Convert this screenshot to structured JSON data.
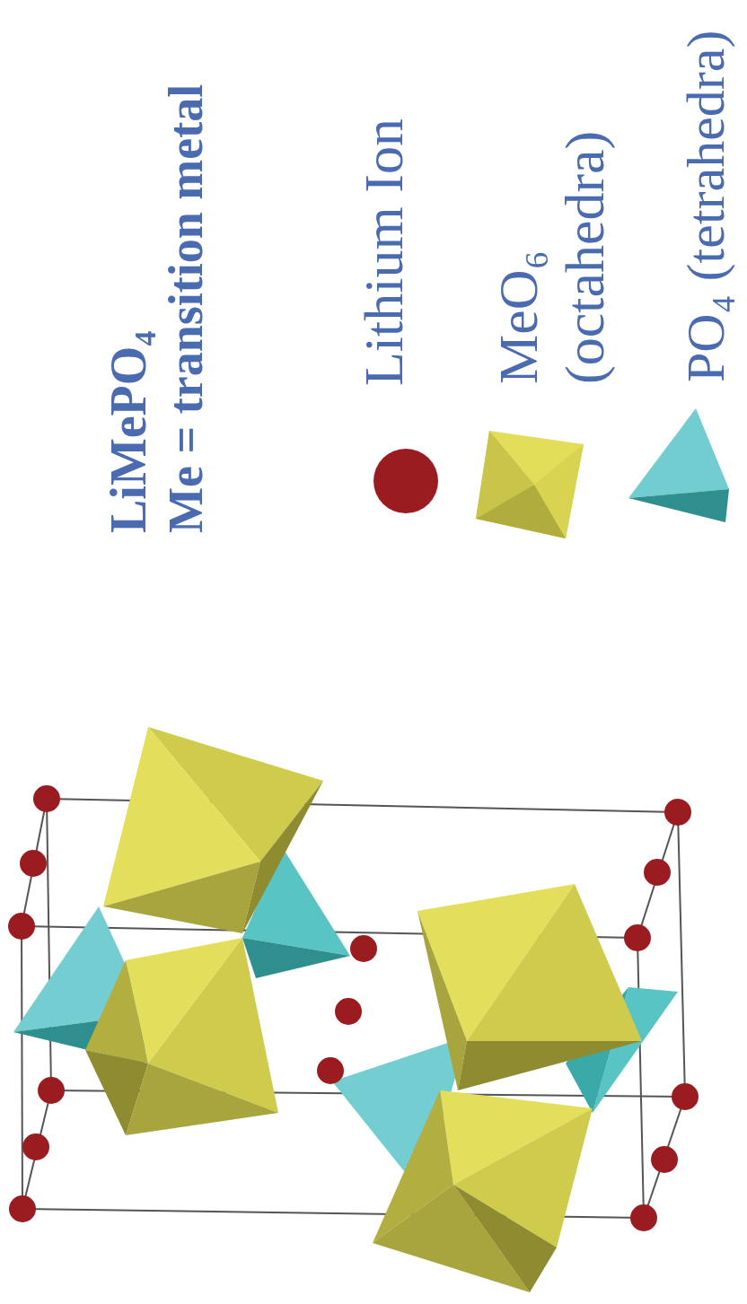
{
  "diagram": {
    "title": "LiMePO₄",
    "labels": [
      "Me = transition metal"
    ],
    "legend": [
      {
        "text": "Lithium Ion",
        "color": "#9b1c20"
      },
      {
        "text": "MeO₆ (octahedra)"
      },
      {
        "text": "PO₄ (tetrahedra)"
      }
    ]
  }
}
